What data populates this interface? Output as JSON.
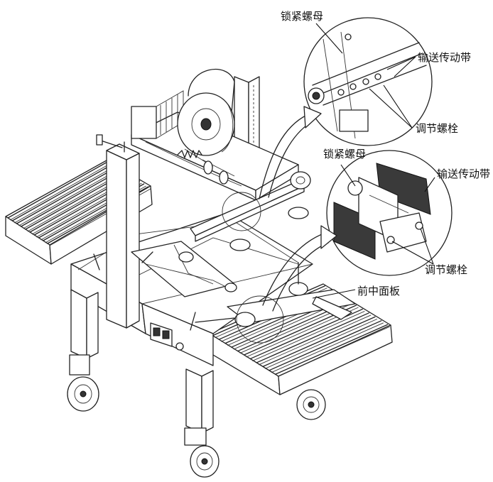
{
  "callouts": {
    "top_detail": {
      "lock_nut": "锁紧螺母",
      "conveyor_belt": "输送传动带",
      "adjust_bolt": "调节螺栓"
    },
    "middle_detail": {
      "lock_nut": "锁紧螺母",
      "conveyor_belt": "输送传动带",
      "adjust_bolt": "调节螺栓"
    },
    "front_panel": "前中面板"
  }
}
